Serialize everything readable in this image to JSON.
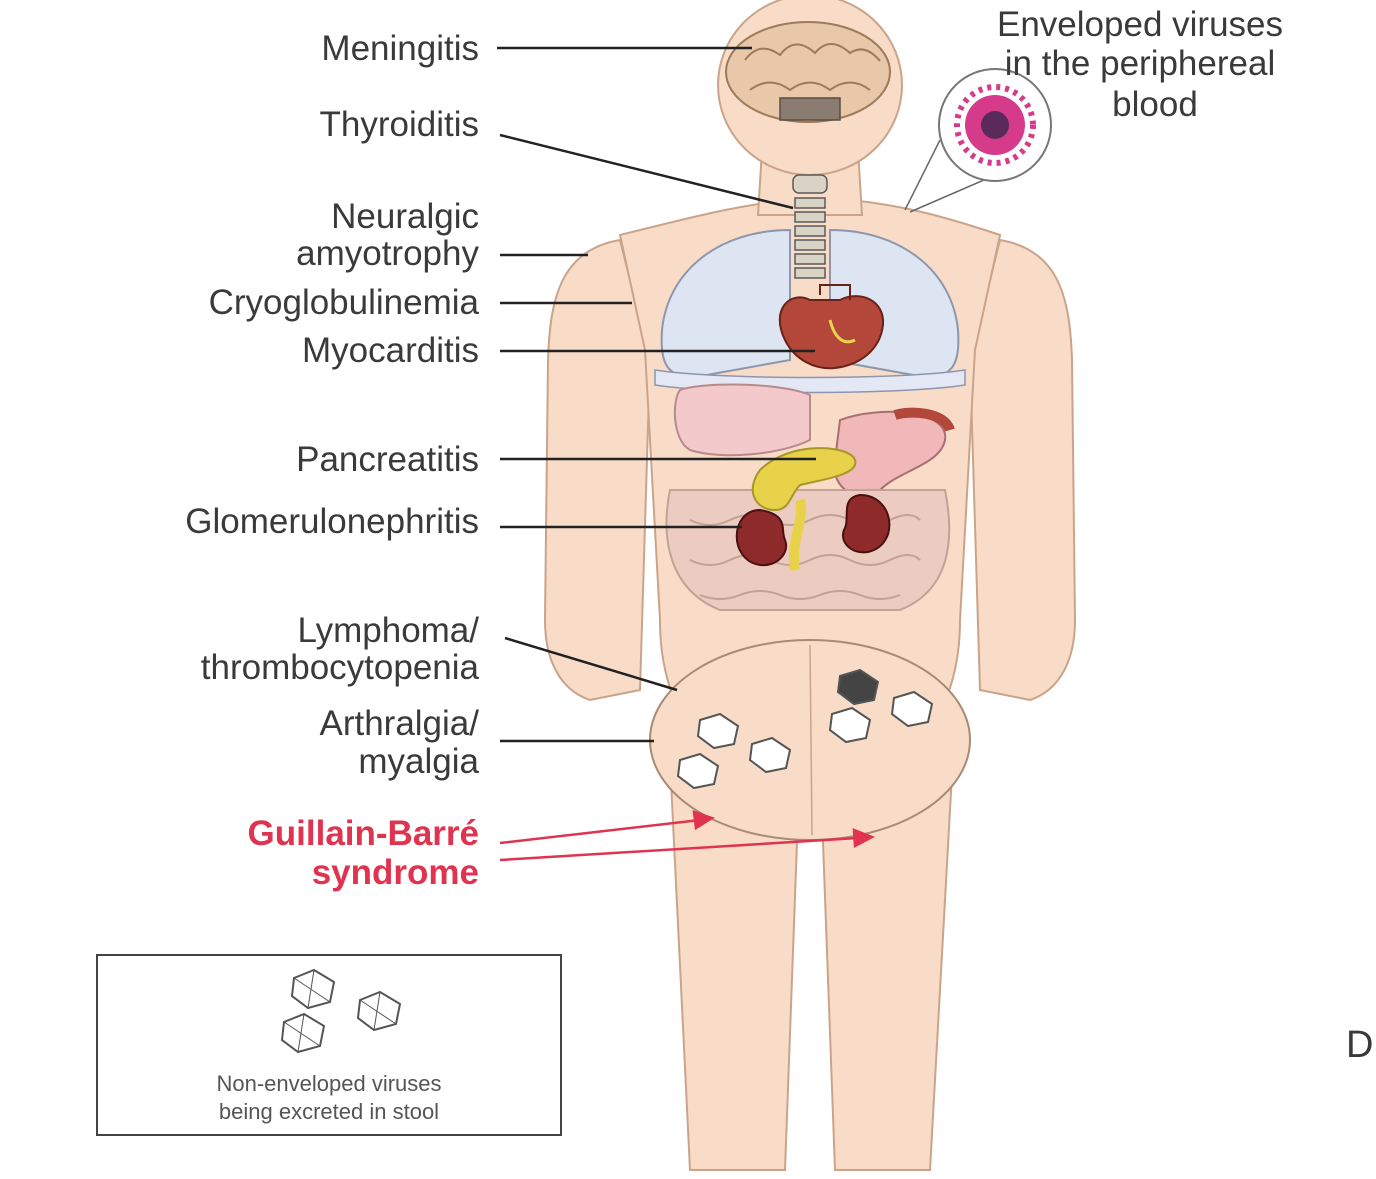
{
  "labels": {
    "meningitis": "Meningitis",
    "thyroiditis": "Thyroiditis",
    "neuralgic_1": "Neuralgic",
    "neuralgic_2": "amyotrophy",
    "cryoglobulinemia": "Cryoglobulinemia",
    "myocarditis": "Myocarditis",
    "pancreatitis": "Pancreatitis",
    "glomerulonephritis": "Glomerulonephritis",
    "lymphoma_1": "Lymphoma/",
    "lymphoma_2": "thrombocytopenia",
    "arthralgia_1": "Arthralgia/",
    "arthralgia_2": "myalgia",
    "gbs_1": "Guillain-Barré",
    "gbs_2": "syndrome"
  },
  "enveloped": {
    "line1": "Enveloped viruses",
    "line2": "in the periphereal",
    "line3": "blood"
  },
  "legend": {
    "line1": "Non-enveloped viruses",
    "line2": "being excreted in stool"
  },
  "edge_text": "D",
  "colors": {
    "skin": "#f8dcc8",
    "skin_outline": "#c9a48a",
    "label_text": "#3a3a3a",
    "gbs_red": "#e0334f",
    "lungs": "#dde4f2",
    "heart": "#b2473a",
    "kidney": "#8e2a2a",
    "pancreas": "#e8d24a",
    "intestine": "#e8c2b2",
    "brain": "#e8c8a8",
    "virus_pink": "#d63a8a"
  }
}
